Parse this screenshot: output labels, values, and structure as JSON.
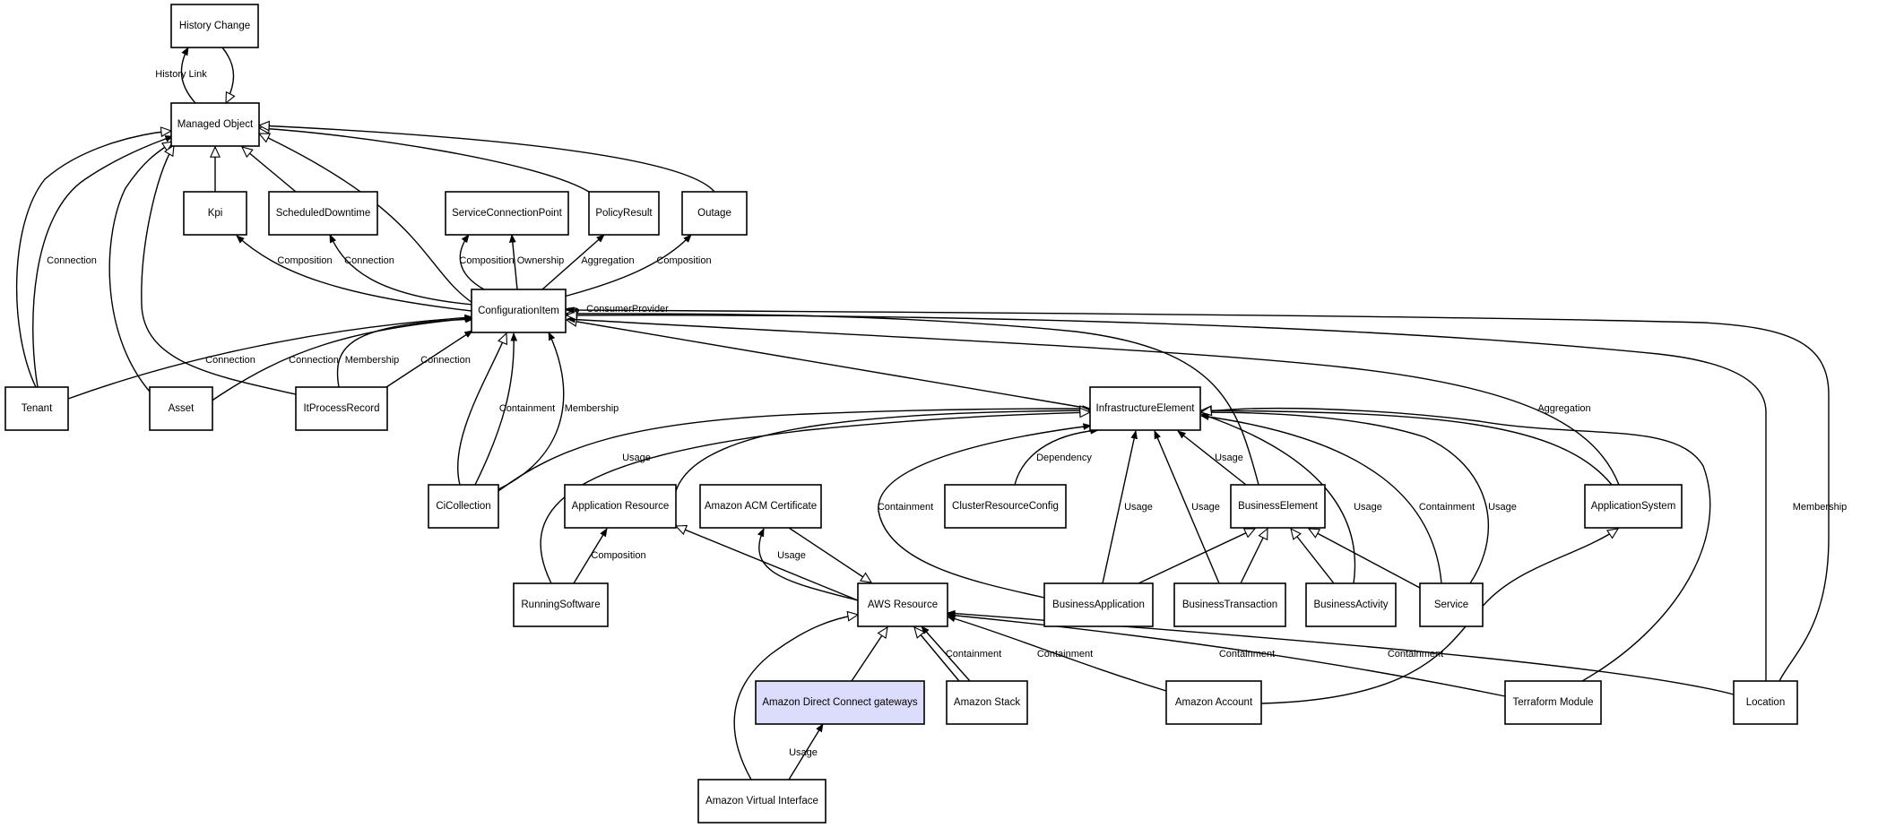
{
  "colors": {
    "background": "#ffffff",
    "highlight_fill": "#dcdcfc",
    "stroke": "#000000"
  },
  "nodes": [
    {
      "id": "history-change",
      "label": "History Change"
    },
    {
      "id": "managed-object",
      "label": "Managed Object"
    },
    {
      "id": "kpi",
      "label": "Kpi"
    },
    {
      "id": "scheduled-downtime",
      "label": "ScheduledDowntime"
    },
    {
      "id": "service-connection-point",
      "label": "ServiceConnectionPoint"
    },
    {
      "id": "policy-result",
      "label": "PolicyResult"
    },
    {
      "id": "outage",
      "label": "Outage"
    },
    {
      "id": "configuration-item",
      "label": "ConfigurationItem"
    },
    {
      "id": "tenant",
      "label": "Tenant"
    },
    {
      "id": "asset",
      "label": "Asset"
    },
    {
      "id": "it-process-record",
      "label": "ItProcessRecord"
    },
    {
      "id": "infrastructure-element",
      "label": "InfrastructureElement"
    },
    {
      "id": "ci-collection",
      "label": "CiCollection"
    },
    {
      "id": "application-resource",
      "label": "Application Resource"
    },
    {
      "id": "amazon-acm-certificate",
      "label": "Amazon ACM Certificate"
    },
    {
      "id": "cluster-resource-config",
      "label": "ClusterResourceConfig"
    },
    {
      "id": "business-element",
      "label": "BusinessElement"
    },
    {
      "id": "application-system",
      "label": "ApplicationSystem"
    },
    {
      "id": "running-software",
      "label": "RunningSoftware"
    },
    {
      "id": "aws-resource",
      "label": "AWS Resource"
    },
    {
      "id": "business-application",
      "label": "BusinessApplication"
    },
    {
      "id": "business-transaction",
      "label": "BusinessTransaction"
    },
    {
      "id": "business-activity",
      "label": "BusinessActivity"
    },
    {
      "id": "service",
      "label": "Service"
    },
    {
      "id": "amazon-direct-connect-gateways",
      "label": "Amazon Direct Connect gateways",
      "highlighted": true
    },
    {
      "id": "amazon-stack",
      "label": "Amazon Stack"
    },
    {
      "id": "amazon-account",
      "label": "Amazon Account"
    },
    {
      "id": "terraform-module",
      "label": "Terraform Module"
    },
    {
      "id": "location",
      "label": "Location"
    },
    {
      "id": "amazon-virtual-interface",
      "label": "Amazon Virtual Interface"
    }
  ],
  "edges": [
    {
      "id": "e01",
      "from": "managed-object",
      "to": "history-change",
      "kind": "reference",
      "label": "History Link"
    },
    {
      "id": "e02",
      "from": "history-change",
      "to": "managed-object",
      "kind": "inheritance",
      "label": ""
    },
    {
      "id": "e03",
      "from": "kpi",
      "to": "managed-object",
      "kind": "inheritance",
      "label": ""
    },
    {
      "id": "e04",
      "from": "scheduled-downtime",
      "to": "managed-object",
      "kind": "inheritance",
      "label": ""
    },
    {
      "id": "e05",
      "from": "configuration-item",
      "to": "managed-object",
      "kind": "inheritance",
      "label": ""
    },
    {
      "id": "e06",
      "from": "policy-result",
      "to": "managed-object",
      "kind": "inheritance",
      "label": ""
    },
    {
      "id": "e07",
      "from": "outage",
      "to": "managed-object",
      "kind": "inheritance",
      "label": ""
    },
    {
      "id": "e08",
      "from": "tenant",
      "to": "managed-object",
      "kind": "inheritance",
      "label": ""
    },
    {
      "id": "e09",
      "from": "tenant",
      "to": "managed-object",
      "kind": "reference",
      "label": "Connection"
    },
    {
      "id": "e10",
      "from": "asset",
      "to": "managed-object",
      "kind": "inheritance",
      "label": ""
    },
    {
      "id": "e11",
      "from": "it-process-record",
      "to": "managed-object",
      "kind": "inheritance",
      "label": ""
    },
    {
      "id": "e12",
      "from": "configuration-item",
      "to": "kpi",
      "kind": "reference",
      "label": "Composition"
    },
    {
      "id": "e13",
      "from": "configuration-item",
      "to": "scheduled-downtime",
      "kind": "reference",
      "label": "Connection"
    },
    {
      "id": "e14",
      "from": "configuration-item",
      "to": "service-connection-point",
      "kind": "reference",
      "label": "Composition"
    },
    {
      "id": "e15",
      "from": "configuration-item",
      "to": "service-connection-point",
      "kind": "reference",
      "label": "Ownership"
    },
    {
      "id": "e16",
      "from": "configuration-item",
      "to": "policy-result",
      "kind": "reference",
      "label": "Aggregation"
    },
    {
      "id": "e17",
      "from": "configuration-item",
      "to": "outage",
      "kind": "reference",
      "label": "Composition"
    },
    {
      "id": "e18",
      "from": "configuration-item",
      "to": "configuration-item",
      "kind": "reference",
      "label": "ConsumerProvider"
    },
    {
      "id": "e19",
      "from": "tenant",
      "to": "configuration-item",
      "kind": "reference",
      "label": "Connection"
    },
    {
      "id": "e20",
      "from": "asset",
      "to": "configuration-item",
      "kind": "reference",
      "label": "Connection"
    },
    {
      "id": "e21",
      "from": "it-process-record",
      "to": "configuration-item",
      "kind": "reference",
      "label": "Membership"
    },
    {
      "id": "e22",
      "from": "it-process-record",
      "to": "configuration-item",
      "kind": "reference",
      "label": "Connection"
    },
    {
      "id": "e23",
      "from": "ci-collection",
      "to": "configuration-item",
      "kind": "inheritance",
      "label": ""
    },
    {
      "id": "e24",
      "from": "ci-collection",
      "to": "configuration-item",
      "kind": "reference",
      "label": "Containment"
    },
    {
      "id": "e25",
      "from": "ci-collection",
      "to": "configuration-item",
      "kind": "reference",
      "label": "Membership"
    },
    {
      "id": "e26",
      "from": "infrastructure-element",
      "to": "configuration-item",
      "kind": "inheritance",
      "label": ""
    },
    {
      "id": "e27",
      "from": "business-element",
      "to": "configuration-item",
      "kind": "inheritance",
      "label": ""
    },
    {
      "id": "e28",
      "from": "application-system",
      "to": "configuration-item",
      "kind": "reference",
      "label": "Aggregation"
    },
    {
      "id": "e29",
      "from": "location",
      "to": "configuration-item",
      "kind": "inheritance",
      "label": ""
    },
    {
      "id": "e30",
      "from": "location",
      "to": "configuration-item",
      "kind": "reference",
      "label": "Membership"
    },
    {
      "id": "e31",
      "from": "ci-collection",
      "to": "infrastructure-element",
      "kind": "reference",
      "label": "Usage"
    },
    {
      "id": "e32",
      "from": "application-resource",
      "to": "infrastructure-element",
      "kind": "inheritance",
      "label": ""
    },
    {
      "id": "e33",
      "from": "running-software",
      "to": "infrastructure-element",
      "kind": "inheritance",
      "label": ""
    },
    {
      "id": "e34",
      "from": "cluster-resource-config",
      "to": "infrastructure-element",
      "kind": "reference",
      "label": "Dependency"
    },
    {
      "id": "e35",
      "from": "business-application",
      "to": "infrastructure-element",
      "kind": "reference",
      "label": "Containment"
    },
    {
      "id": "e36",
      "from": "business-application",
      "to": "infrastructure-element",
      "kind": "reference",
      "label": "Usage"
    },
    {
      "id": "e37",
      "from": "business-transaction",
      "to": "infrastructure-element",
      "kind": "reference",
      "label": "Usage"
    },
    {
      "id": "e38",
      "from": "business-element",
      "to": "infrastructure-element",
      "kind": "reference",
      "label": "Usage"
    },
    {
      "id": "e39",
      "from": "business-activity",
      "to": "infrastructure-element",
      "kind": "reference",
      "label": "Usage"
    },
    {
      "id": "e40",
      "from": "service",
      "to": "infrastructure-element",
      "kind": "reference",
      "label": "Containment"
    },
    {
      "id": "e41",
      "from": "service",
      "to": "infrastructure-element",
      "kind": "reference",
      "label": "Usage"
    },
    {
      "id": "e42",
      "from": "application-system",
      "to": "infrastructure-element",
      "kind": "inheritance",
      "label": ""
    },
    {
      "id": "e43",
      "from": "terraform-module",
      "to": "infrastructure-element",
      "kind": "inheritance",
      "label": ""
    },
    {
      "id": "e44",
      "from": "business-application",
      "to": "business-element",
      "kind": "inheritance",
      "label": ""
    },
    {
      "id": "e45",
      "from": "business-transaction",
      "to": "business-element",
      "kind": "inheritance",
      "label": ""
    },
    {
      "id": "e46",
      "from": "business-activity",
      "to": "business-element",
      "kind": "inheritance",
      "label": ""
    },
    {
      "id": "e47",
      "from": "service",
      "to": "business-element",
      "kind": "inheritance",
      "label": ""
    },
    {
      "id": "e48",
      "from": "running-software",
      "to": "application-resource",
      "kind": "reference",
      "label": "Composition"
    },
    {
      "id": "e49",
      "from": "aws-resource",
      "to": "application-resource",
      "kind": "inheritance",
      "label": ""
    },
    {
      "id": "e50",
      "from": "aws-resource",
      "to": "amazon-acm-certificate",
      "kind": "reference",
      "label": "Usage"
    },
    {
      "id": "e51",
      "from": "amazon-acm-certificate",
      "to": "aws-resource",
      "kind": "inheritance",
      "label": ""
    },
    {
      "id": "e52",
      "from": "amazon-direct-connect-gateways",
      "to": "aws-resource",
      "kind": "inheritance",
      "label": ""
    },
    {
      "id": "e53",
      "from": "amazon-virtual-interface",
      "to": "aws-resource",
      "kind": "inheritance",
      "label": ""
    },
    {
      "id": "e54",
      "from": "amazon-stack",
      "to": "aws-resource",
      "kind": "inheritance",
      "label": ""
    },
    {
      "id": "e55",
      "from": "amazon-stack",
      "to": "aws-resource",
      "kind": "reference",
      "label": "Containment"
    },
    {
      "id": "e56",
      "from": "amazon-account",
      "to": "aws-resource",
      "kind": "reference",
      "label": "Containment"
    },
    {
      "id": "e57",
      "from": "terraform-module",
      "to": "aws-resource",
      "kind": "reference",
      "label": "Containment"
    },
    {
      "id": "e58",
      "from": "location",
      "to": "aws-resource",
      "kind": "reference",
      "label": "Containment"
    },
    {
      "id": "e59",
      "from": "amazon-account",
      "to": "application-system",
      "kind": "inheritance",
      "label": ""
    },
    {
      "id": "e60",
      "from": "amazon-virtual-interface",
      "to": "amazon-direct-connect-gateways",
      "kind": "reference",
      "label": "Usage"
    }
  ]
}
